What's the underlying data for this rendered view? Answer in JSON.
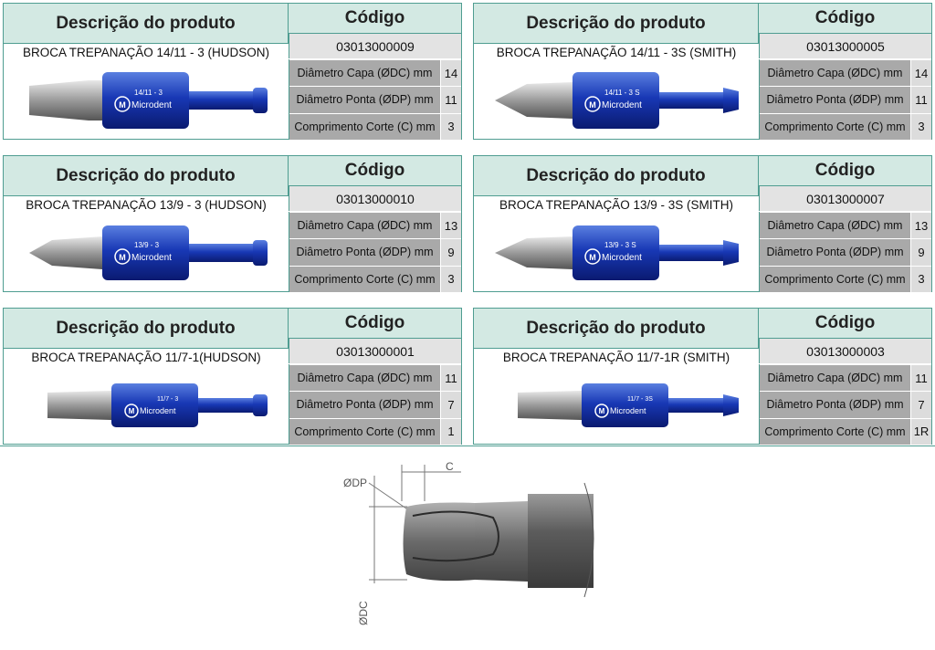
{
  "header_desc": "Descrição do produto",
  "header_code": "Código",
  "brand": "Microdent",
  "spec_labels": [
    "Diâmetro Capa (ØDC) mm",
    "Diâmetro Ponta (ØDP) mm",
    "Comprimento Corte (C) mm"
  ],
  "products": [
    {
      "name": "BROCA TREPANAÇÃO 14/11 - 3 (HUDSON)",
      "code": "03013000009",
      "marking": "14/11 - 3",
      "specs": [
        "14",
        "11",
        "3"
      ]
    },
    {
      "name": "BROCA TREPANAÇÃO 14/11 - 3S (SMITH)",
      "code": "03013000005",
      "marking": "14/11 - 3 S",
      "specs": [
        "14",
        "11",
        "3"
      ]
    },
    {
      "name": "BROCA TREPANAÇÃO 13/9 - 3 (HUDSON)",
      "code": "03013000010",
      "marking": "13/9 - 3",
      "specs": [
        "13",
        "9",
        "3"
      ]
    },
    {
      "name": "BROCA TREPANAÇÃO 13/9 - 3S (SMITH)",
      "code": "03013000007",
      "marking": "13/9 - 3 S",
      "specs": [
        "13",
        "9",
        "3"
      ]
    },
    {
      "name": "BROCA TREPANAÇÃO 11/7-1(HUDSON)",
      "code": "03013000001",
      "marking": "11/7 - 3",
      "specs": [
        "11",
        "7",
        "1"
      ]
    },
    {
      "name": "BROCA TREPANAÇÃO 11/7-1R (SMITH)",
      "code": "03013000003",
      "marking": "11/7 - 3S",
      "specs": [
        "11",
        "7",
        "1R"
      ]
    }
  ],
  "diagram_labels": {
    "dp": "ØDP",
    "c": "C",
    "dc": "ØDC"
  }
}
